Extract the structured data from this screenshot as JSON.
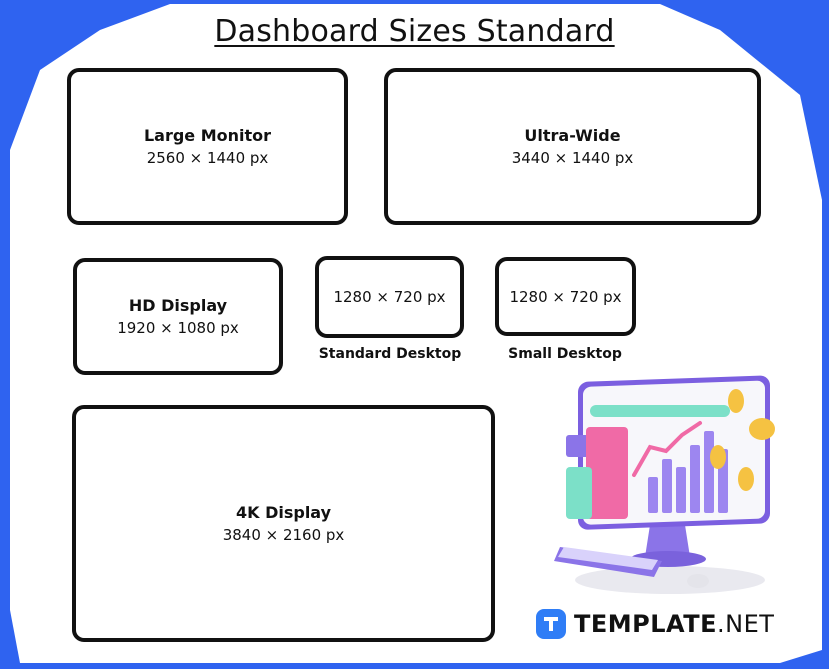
{
  "title": "Dashboard Sizes Standard",
  "boxes": {
    "large_monitor": {
      "name": "Large Monitor",
      "dim": "2560 × 1440 px"
    },
    "ultra_wide": {
      "name": "Ultra-Wide",
      "dim": "3440 × 1440 px"
    },
    "hd_display": {
      "name": "HD Display",
      "dim": "1920 × 1080 px"
    },
    "standard_desktop": {
      "name": "Standard Desktop",
      "dim": "1280 × 720 px"
    },
    "small_desktop": {
      "name": "Small Desktop",
      "dim": "1280 × 720 px"
    },
    "display_4k": {
      "name": "4K Display",
      "dim": "3840 × 2160 px"
    }
  },
  "brand": {
    "bold": "TEMPLATE",
    "rest": ".NET"
  },
  "colors": {
    "background": "#2f63f0",
    "brand_blue": "#2f7df6",
    "outline": "#111111"
  },
  "icons": {
    "brand": "template-logo-icon",
    "illustration": "computer-dashboard-illustration"
  }
}
